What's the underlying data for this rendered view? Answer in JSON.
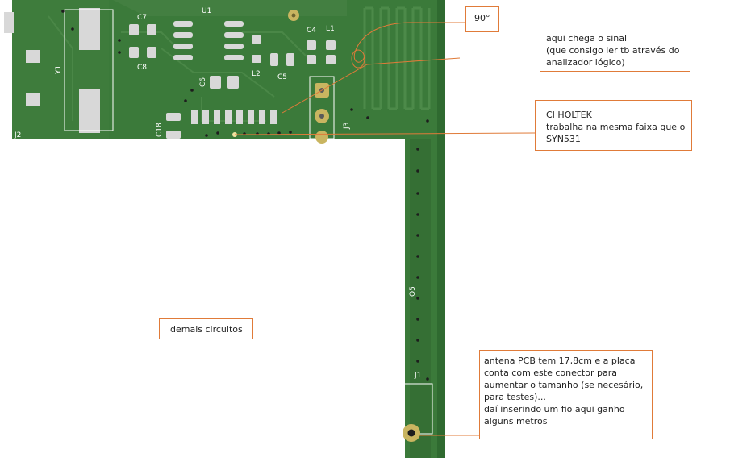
{
  "colors": {
    "pcb": "#3b7a3a",
    "pcb_dark": "#2f6a30",
    "pad": "#c9c9c9",
    "gold": "#c9b560",
    "callout_border": "#e07b39",
    "silk": "#ffffff"
  },
  "pcb_labels": {
    "c7": "C7",
    "c8": "C8",
    "u1": "U1",
    "y1": "Y1",
    "c4": "C4",
    "l1": "L1",
    "l2": "L2",
    "c5": "C5",
    "c6": "C6",
    "c18": "C18",
    "j2": "J2",
    "j3": "J3",
    "q5": "Q5",
    "j1": "J1"
  },
  "callouts": {
    "angle": "90°",
    "signal": [
      "aqui chega o sinal",
      "(que consigo ler tb através do",
      "analizador lógico)"
    ],
    "holtek": [
      "CI HOLTEK",
      "trabalha na mesma faixa que o",
      "SYN531"
    ],
    "other": "demais circuitos",
    "antenna": [
      "antena PCB tem 17,8cm e a placa",
      "conta com este conector para",
      "aumentar o tamanho (se necesário,",
      "para testes)...",
      "daí inserindo um fio aqui ganho",
      "alguns metros"
    ]
  }
}
